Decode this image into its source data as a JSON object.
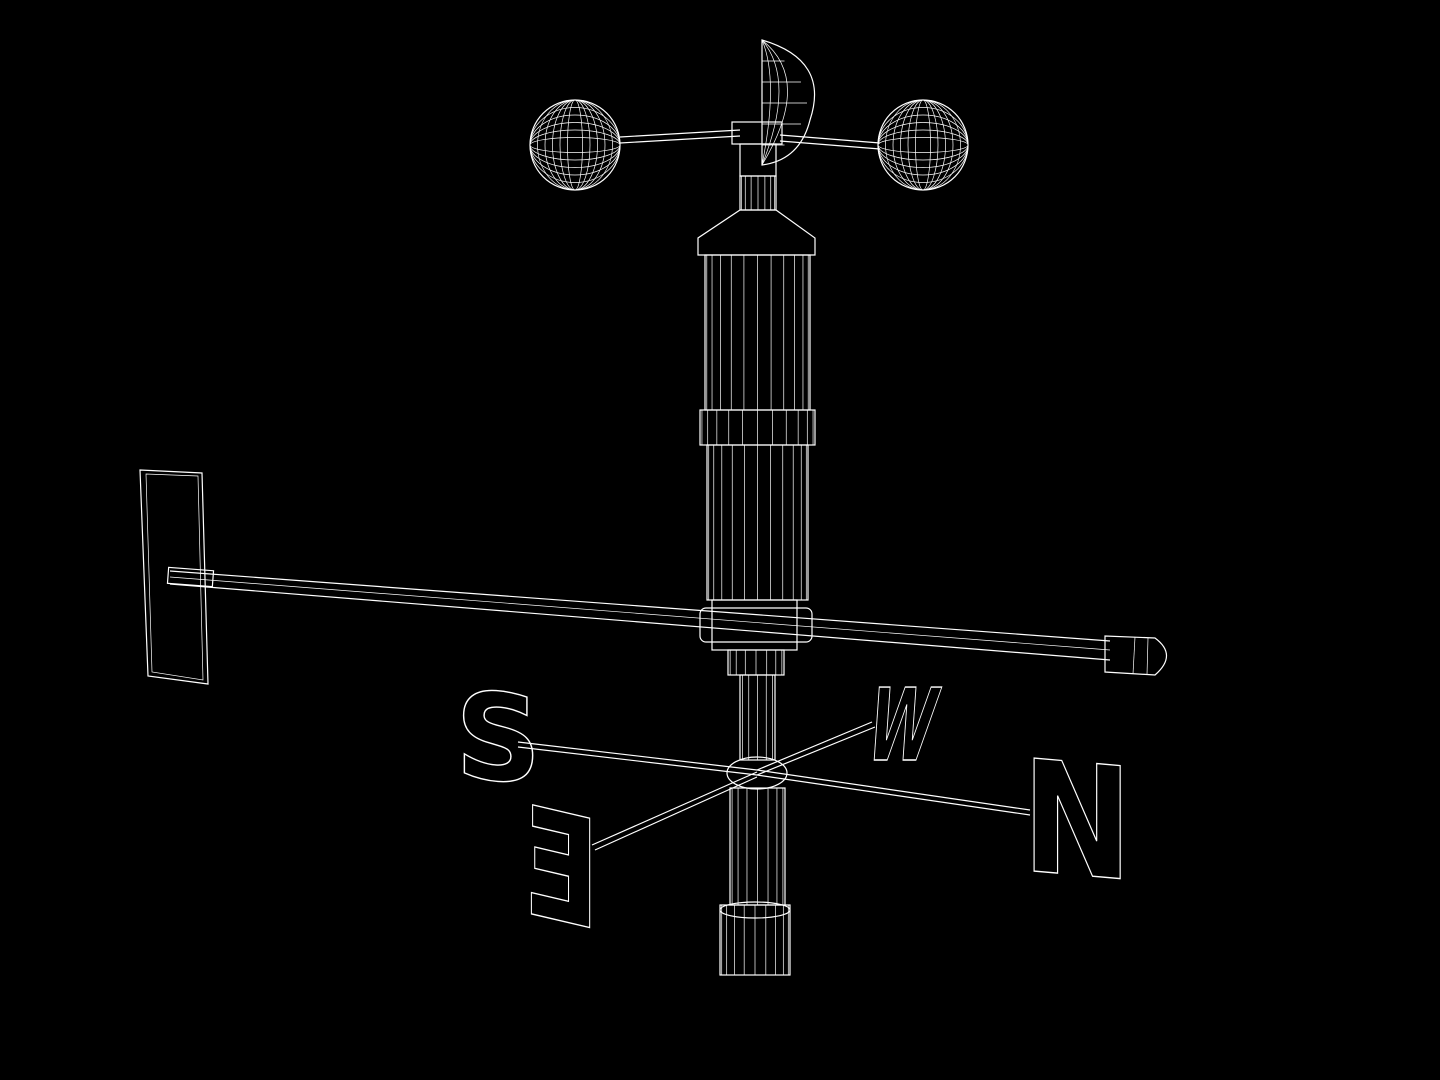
{
  "scene": {
    "subject": "wireframe-anemometer-weather-vane",
    "background_color": "#000000",
    "line_color": "#ffffff"
  },
  "compass": {
    "south": "S",
    "west": "W",
    "north": "N",
    "east": "E"
  }
}
